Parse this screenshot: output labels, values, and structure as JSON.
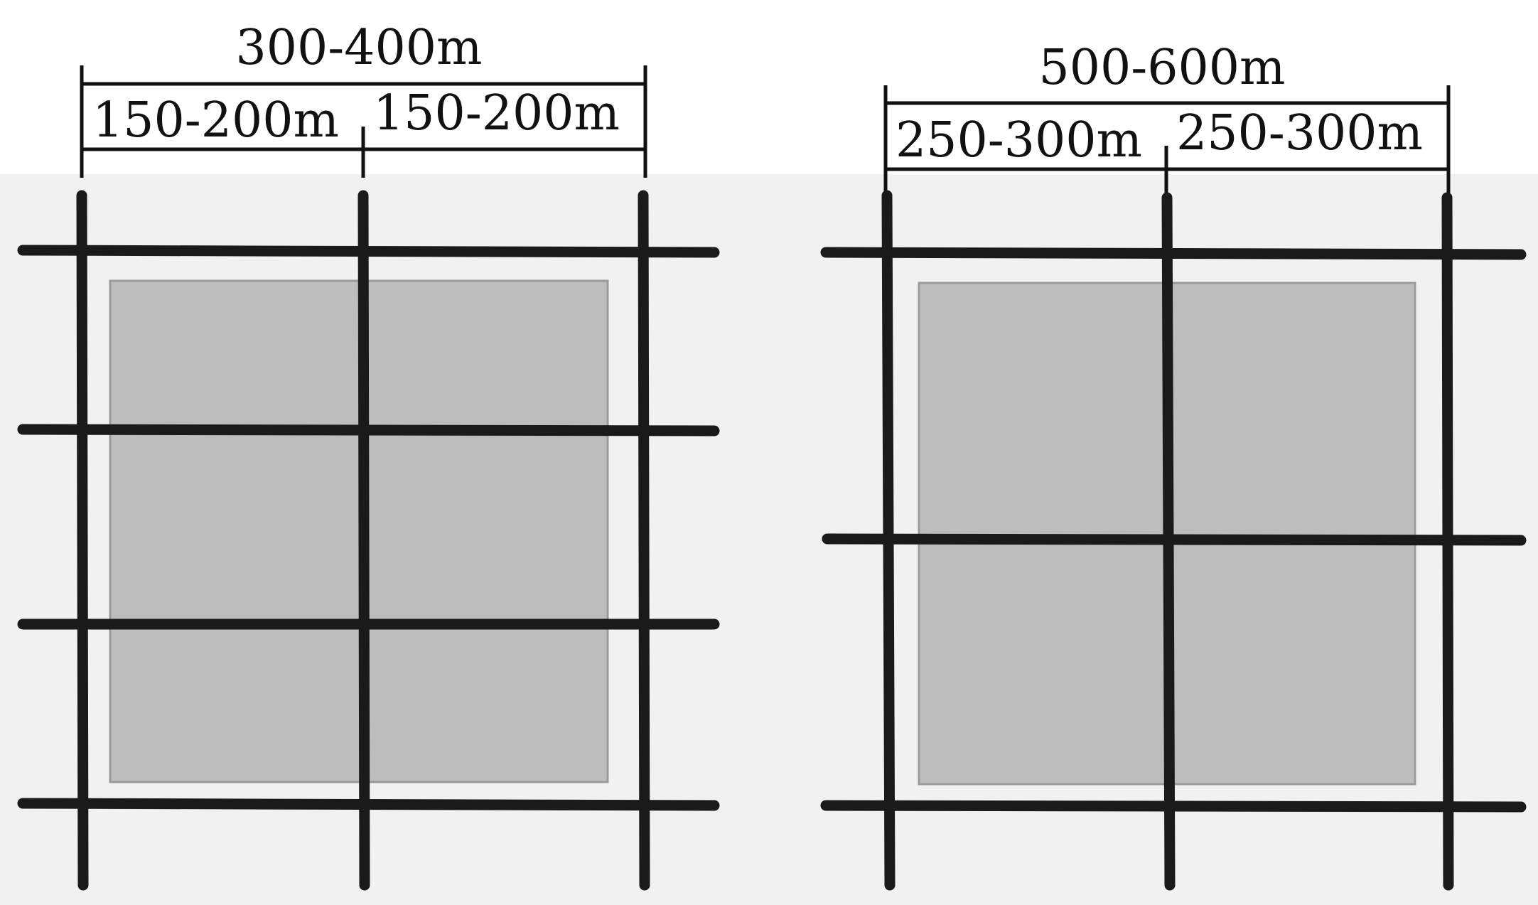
{
  "diagrams": [
    {
      "overall_dimension": "300-400m",
      "sub_dimensions": [
        "150-200m",
        "150-200m"
      ]
    },
    {
      "overall_dimension": "500-600m",
      "sub_dimensions": [
        "250-300m",
        "250-300m"
      ]
    }
  ],
  "colors": {
    "road": "#1a1a1a",
    "block_fill": "#bdbdbd",
    "background": "#f1f1f1"
  }
}
